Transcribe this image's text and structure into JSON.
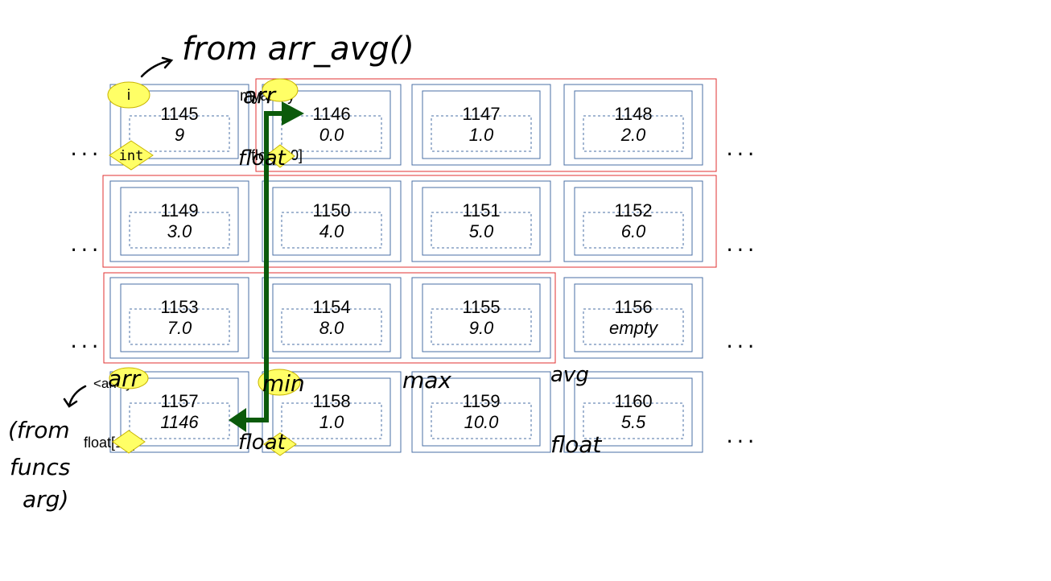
{
  "cells": [
    {
      "addr": "1145",
      "value": "9"
    },
    {
      "addr": "1146",
      "value": "0.0"
    },
    {
      "addr": "1147",
      "value": "1.0"
    },
    {
      "addr": "1148",
      "value": "2.0"
    },
    {
      "addr": "1149",
      "value": "3.0"
    },
    {
      "addr": "1150",
      "value": "4.0"
    },
    {
      "addr": "1151",
      "value": "5.0"
    },
    {
      "addr": "1152",
      "value": "6.0"
    },
    {
      "addr": "1153",
      "value": "7.0"
    },
    {
      "addr": "1154",
      "value": "8.0"
    },
    {
      "addr": "1155",
      "value": "9.0"
    },
    {
      "addr": "1156",
      "value": "empty"
    },
    {
      "addr": "1157",
      "value": "1146"
    },
    {
      "addr": "1158",
      "value": "1.0"
    },
    {
      "addr": "1159",
      "value": "10.0"
    },
    {
      "addr": "1160",
      "value": "5.5"
    }
  ],
  "ellipsis": "...",
  "labels": {
    "i": "i",
    "int": "int",
    "myarray": "myarray",
    "float10_top": "float[10]",
    "array_tag": "<array>",
    "float10_bottom": "float[10]"
  },
  "handwriting": {
    "from_arr_avg": "from arr_avg()",
    "arr_top": "arr",
    "float_top": "float",
    "arr_bottom": "arr",
    "min": "min",
    "max": "max",
    "avg": "avg",
    "float_min": "float",
    "float_avg": "float",
    "from_line1": "(from",
    "from_line2": "funcs",
    "from_line3": "arg)"
  },
  "colors": {
    "cell_border": "#4a6fa5",
    "inner_dash": "#4a6fa5",
    "array_group": "#e03030",
    "tag_fill": "#ffff66",
    "tag_stroke": "#c8b400",
    "pointer": "#0b5a0b",
    "ink": "#000000"
  }
}
